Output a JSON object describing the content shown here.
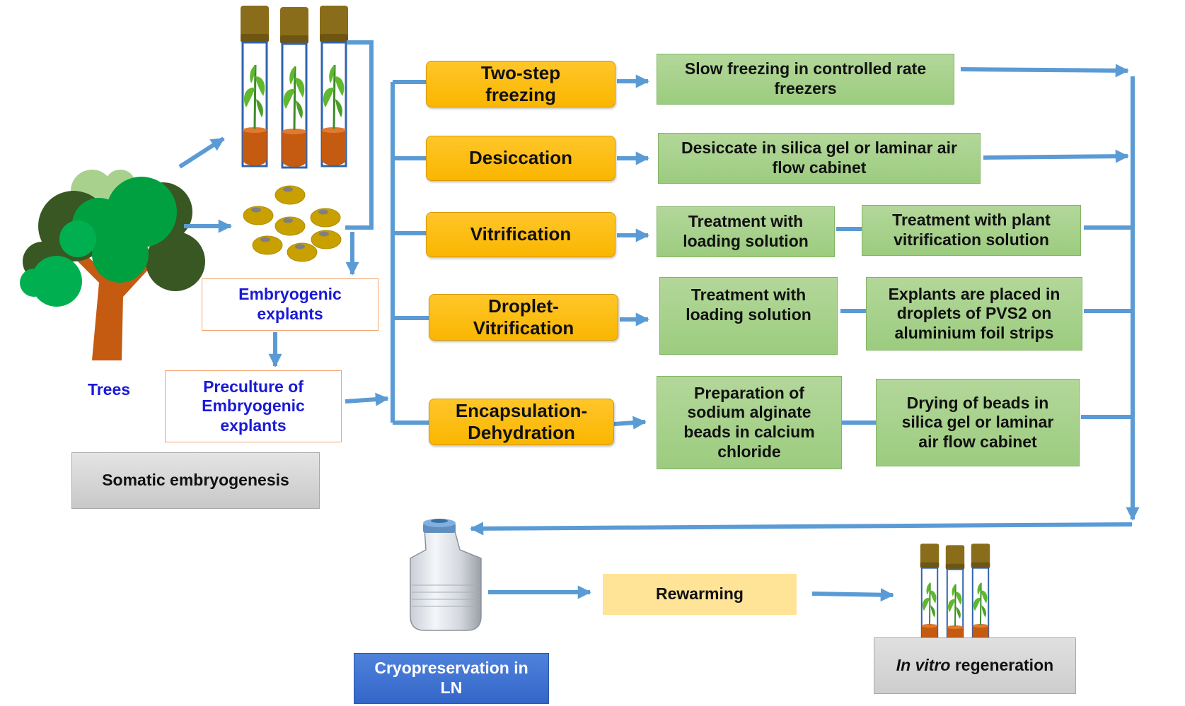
{
  "left": {
    "trees_label": "Trees",
    "embryogenic_explants": "Embryogenic explants",
    "preculture": "Preculture of Embryogenic explants",
    "somatic_embryogenesis": "Somatic embryogenesis"
  },
  "methods": [
    {
      "label": "Two-step freezing",
      "steps": [
        "Slow freezing in controlled rate freezers"
      ]
    },
    {
      "label": "Desiccation",
      "steps": [
        "Desiccate in silica gel or laminar air flow cabinet"
      ]
    },
    {
      "label": "Vitrification",
      "steps": [
        "Treatment with loading solution",
        "Treatment with plant vitrification solution"
      ]
    },
    {
      "label": "Droplet-Vitrification",
      "steps": [
        "Treatment with loading solution",
        "Explants are placed in droplets of PVS2 on aluminium foil strips"
      ]
    },
    {
      "label": "Encapsulation-Dehydration",
      "steps": [
        "Preparation of sodium alginate beads in calcium chloride",
        "Drying of beads in silica gel or laminar air flow cabinet"
      ]
    }
  ],
  "bottom": {
    "rewarming": "Rewarming",
    "cryopreservation": "Cryopreservation in LN",
    "regeneration_italic": "In vitro",
    "regeneration_rest": " regeneration"
  },
  "colors": {
    "arrow": "#5b9bd5",
    "method_fill": "#fcc100",
    "step_fill": "#a9d18e",
    "rewarming_fill": "#ffe396",
    "cryo_fill": "#4472c4",
    "grey_fill": "#d9d9d9",
    "outline_border": "#f2a36e",
    "label_text": "#1a1ad6"
  }
}
